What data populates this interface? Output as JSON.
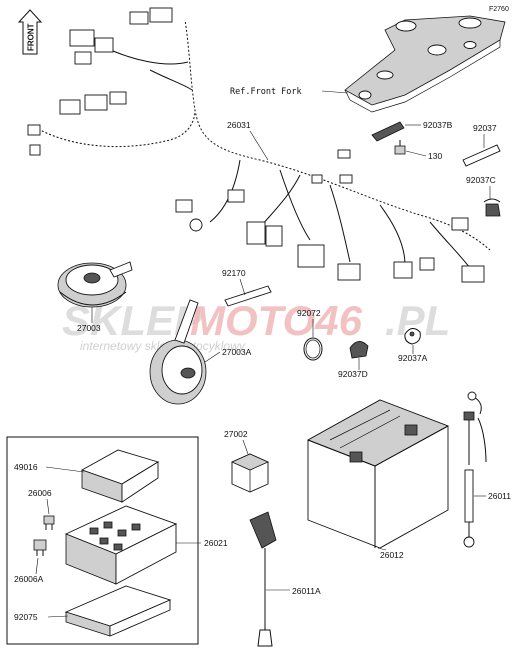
{
  "figure_code": "F2760",
  "front_marker": "FRONT",
  "watermark": {
    "logo_a": "SKLEP",
    "logo_b": "MOTO46",
    "logo_c": ".PL",
    "tagline": "internetowy sklep motocyklowy"
  },
  "labels": {
    "ref_front_fork": "Ref.Front Fork",
    "p26031": "26031",
    "p92037B": "92037B",
    "p92037": "92037",
    "p130": "130",
    "p92037C": "92037C",
    "p27003": "27003",
    "p92170": "92170",
    "p92072": "92072",
    "p27003A": "27003A",
    "p92037D": "92037D",
    "p92037A": "92037A",
    "p27002": "27002",
    "p49016": "49016",
    "p26006": "26006",
    "p26021": "26021",
    "p26006A": "26006A",
    "p92075": "92075",
    "p26011": "26011",
    "p26012": "26012",
    "p26011A": "26011A"
  }
}
